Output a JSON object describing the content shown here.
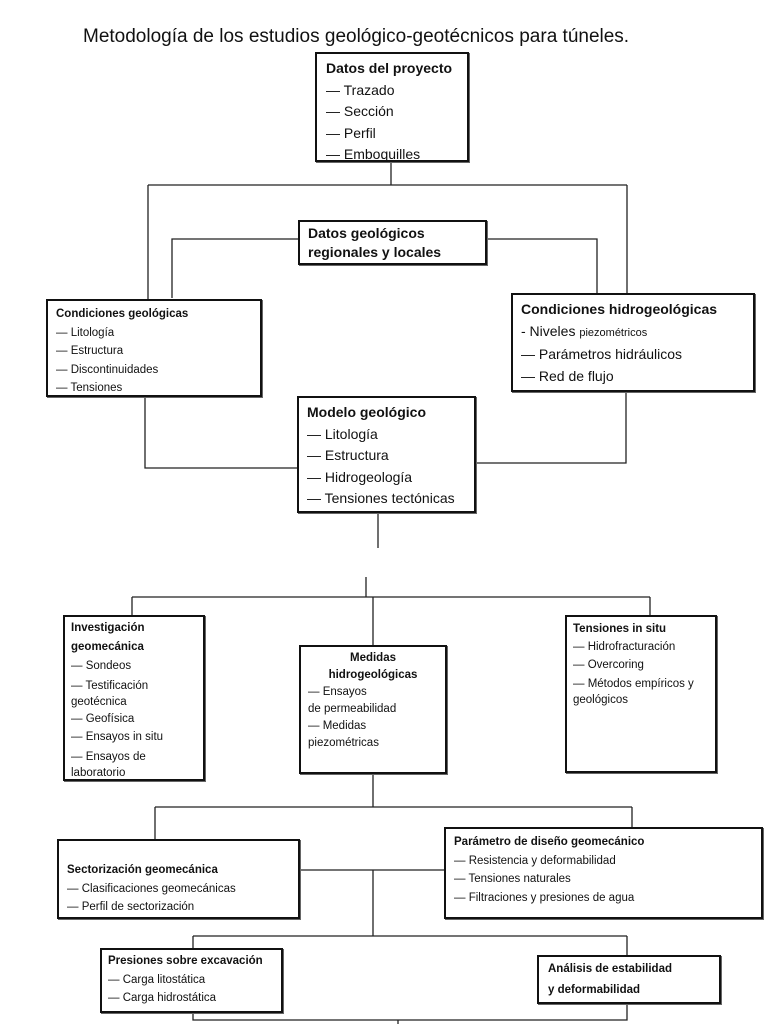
{
  "title": "Metodología de los estudios geológico-geotécnicos para túneles.",
  "boxes": {
    "datos_proyecto": {
      "heading": "Datos del proyecto",
      "items": [
        "— Trazado",
        "— Sección",
        "— Perfil",
        "— Emboquilles"
      ]
    },
    "datos_geologicos": {
      "heading_1": "Datos geológicos",
      "heading_2": "regionales y locales"
    },
    "condiciones_geologicas": {
      "heading": "Condiciones geológicas",
      "items": [
        "— Litología",
        "— Estructura",
        "— Discontinuidades",
        "— Tensiones"
      ]
    },
    "condiciones_hidrogeologicas": {
      "heading": "Condiciones hidrogeológicas",
      "item_1_prefix": "- Niveles",
      "item_1_suffix": "piezométricos",
      "items": [
        "— Parámetros hidráulicos",
        "— Red de flujo"
      ]
    },
    "modelo_geologico": {
      "heading": "Modelo geológico",
      "items": [
        "— Litología",
        "— Estructura",
        "— Hidrogeología",
        "— Tensiones tectónicas"
      ]
    },
    "investigacion": {
      "heading_1": "Investigación",
      "heading_2": "geomecánica",
      "items": [
        "— Sondeos",
        "— Testificación",
        "geotécnica",
        "— Geofísica",
        "— Ensayos in situ",
        "— Ensayos de",
        "laboratorio"
      ]
    },
    "medidas": {
      "heading_1": "Medidas",
      "heading_2": "hidrogeológicas",
      "items": [
        "— Ensayos",
        "de permeabilidad",
        "— Medidas",
        "piezométricas"
      ]
    },
    "tensiones_in_situ": {
      "heading": "Tensiones in situ",
      "items": [
        "— Hidrofracturación",
        "— Overcoring",
        "— Métodos empíricos y",
        "geológicos"
      ]
    },
    "sectorizacion": {
      "heading": "Sectorización geomecánica",
      "items": [
        "— Clasificaciones geomecánicas",
        "— Perfil de sectorización"
      ]
    },
    "parametro_diseno": {
      "heading": "Parámetro de diseño geomecánico",
      "items": [
        "— Resistencia y deformabilidad",
        "— Tensiones naturales",
        "— Filtraciones y presiones de agua"
      ]
    },
    "presiones": {
      "heading": "Presiones sobre excavación",
      "items": [
        "— Carga litostática",
        "— Carga hidrostática"
      ]
    },
    "analisis": {
      "heading_1": "Análisis de estabilidad",
      "heading_2": "y deformabilidad"
    }
  }
}
